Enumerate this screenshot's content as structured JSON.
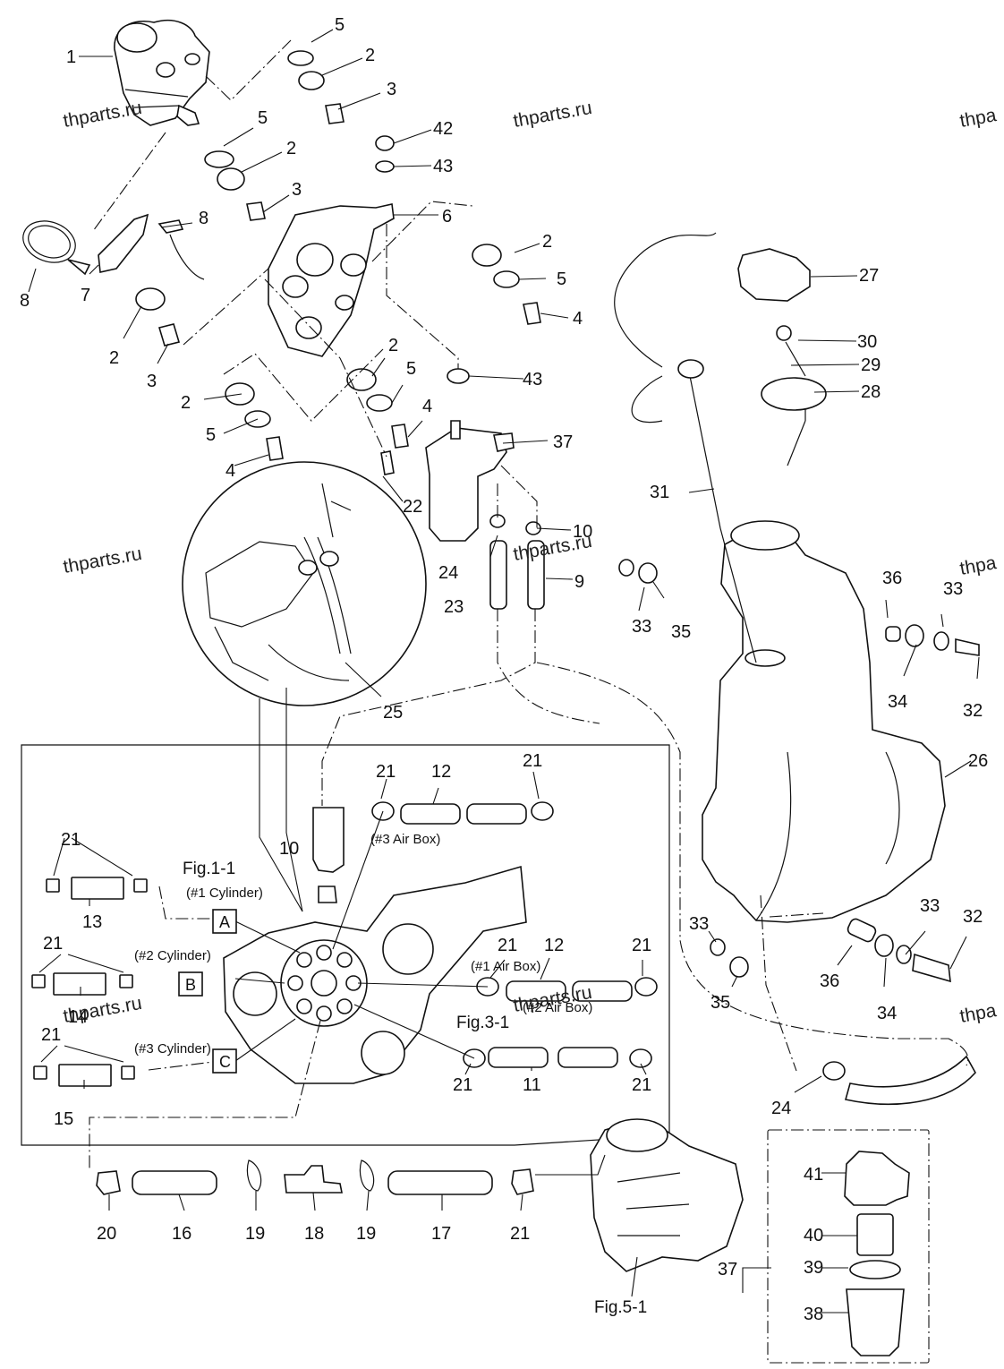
{
  "watermark": "thparts.ru",
  "watermark_partial": "thpa",
  "parts": {
    "p1": "1",
    "p2": "2",
    "p3": "3",
    "p4": "4",
    "p5": "5",
    "p6": "6",
    "p7": "7",
    "p8": "8",
    "p9": "9",
    "p10": "10",
    "p11": "11",
    "p12": "12",
    "p13": "13",
    "p14": "14",
    "p15": "15",
    "p16": "16",
    "p17": "17",
    "p18": "18",
    "p19": "19",
    "p20": "20",
    "p21": "21",
    "p22": "22",
    "p23": "23",
    "p24": "24",
    "p25": "25",
    "p26": "26",
    "p27": "27",
    "p28": "28",
    "p29": "29",
    "p30": "30",
    "p31": "31",
    "p32": "32",
    "p33": "33",
    "p34": "34",
    "p35": "35",
    "p36": "36",
    "p37": "37",
    "p38": "38",
    "p39": "39",
    "p40": "40",
    "p41": "41",
    "p42": "42",
    "p43": "43"
  },
  "figures": {
    "fig11": "Fig.1-1",
    "fig31": "Fig.3-1",
    "fig51": "Fig.5-1"
  },
  "annotations": {
    "cyl1": "(#1 Cylinder)",
    "cyl2": "(#2 Cylinder)",
    "cyl3": "(#3 Cylinder)",
    "air3": "(#3 Air Box)",
    "air2": "(#2 Air Box)",
    "air1": "(#1 Air Box)"
  },
  "connectors": {
    "a": "A",
    "b": "B",
    "c": "C"
  }
}
